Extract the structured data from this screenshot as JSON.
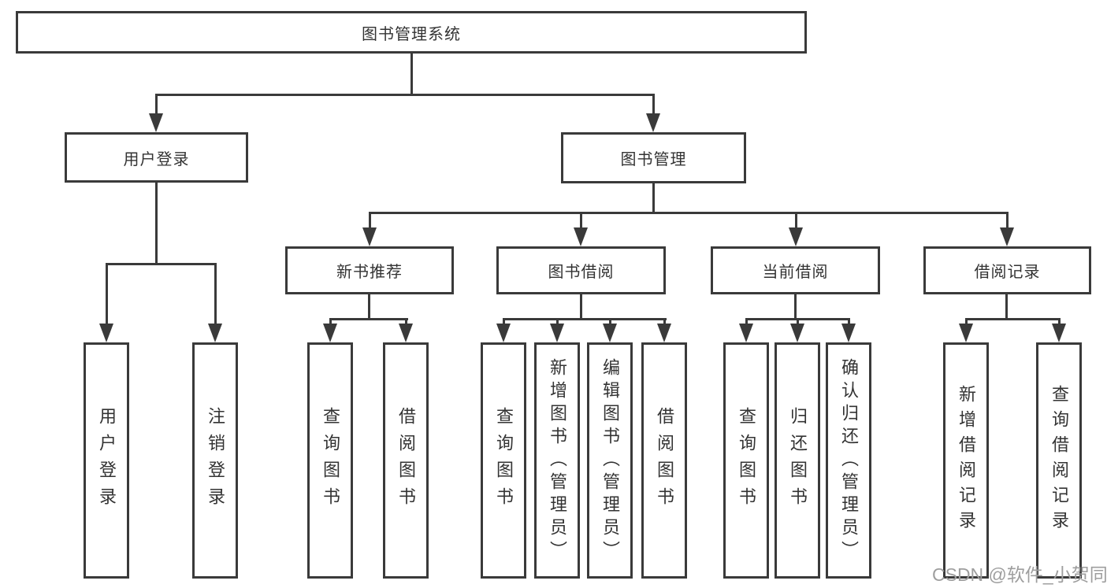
{
  "colors": {
    "line": "#3a3a3a",
    "text": "#333333",
    "watermark": "#9e9e9e"
  },
  "watermark": {
    "text": "CSDN @软件_小贺同学"
  },
  "tree": {
    "label": "图书管理系统",
    "children": [
      {
        "label": "用户登录",
        "children": [
          {
            "label": "用户登录"
          },
          {
            "label": "注销登录"
          }
        ]
      },
      {
        "label": "图书管理",
        "children": [
          {
            "label": "新书推荐",
            "children": [
              {
                "label": "查询图书"
              },
              {
                "label": "借阅图书"
              }
            ]
          },
          {
            "label": "图书借阅",
            "children": [
              {
                "label": "查询图书"
              },
              {
                "label": "新增图书（管理员）"
              },
              {
                "label": "编辑图书（管理员）"
              },
              {
                "label": "借阅图书"
              }
            ]
          },
          {
            "label": "当前借阅",
            "children": [
              {
                "label": "查询图书"
              },
              {
                "label": "归还图书"
              },
              {
                "label": "确认归还（管理员）"
              }
            ]
          },
          {
            "label": "借阅记录",
            "children": [
              {
                "label": "新增借阅记录"
              },
              {
                "label": "查询借阅记录"
              }
            ]
          }
        ]
      }
    ]
  }
}
